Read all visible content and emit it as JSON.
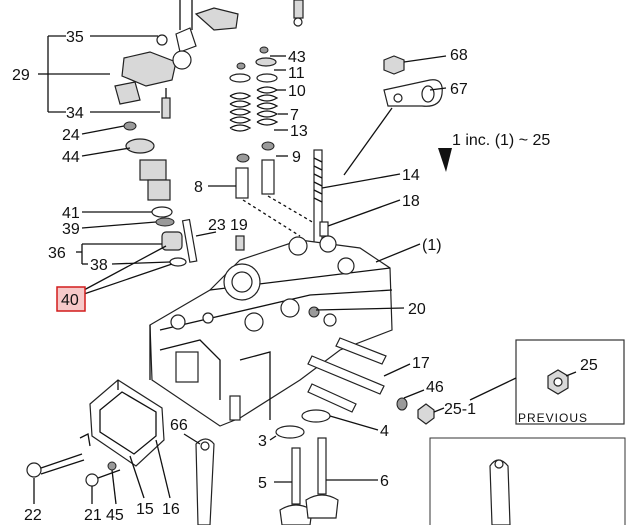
{
  "callouts": {
    "c35": "35",
    "c29": "29",
    "c34": "34",
    "c24": "24",
    "c44": "44",
    "c41": "41",
    "c39": "39",
    "c36": "36",
    "c38": "38",
    "c40": "40",
    "c43": "43",
    "c11": "11",
    "c10": "10",
    "c7": "7",
    "c13": "13",
    "c9": "9",
    "c8": "8",
    "c23": "23",
    "c19": "19",
    "c68": "68",
    "c67": "67",
    "c14": "14",
    "c18": "18",
    "c1": "(1)",
    "c20": "20",
    "c17": "17",
    "c46": "46",
    "c25_1": "25-1",
    "c25": "25",
    "c4": "4",
    "c3": "3",
    "c66": "66",
    "c22": "22",
    "c21": "21",
    "c45": "45",
    "c15": "15",
    "c16": "16",
    "c5": "5",
    "c6": "6"
  },
  "inc_note": "1  inc. (1) ~ 25",
  "previous_box": {
    "label": "PREVIOUS",
    "part": "25"
  },
  "highlight": {
    "part": "40",
    "color": "#d21c1c"
  }
}
